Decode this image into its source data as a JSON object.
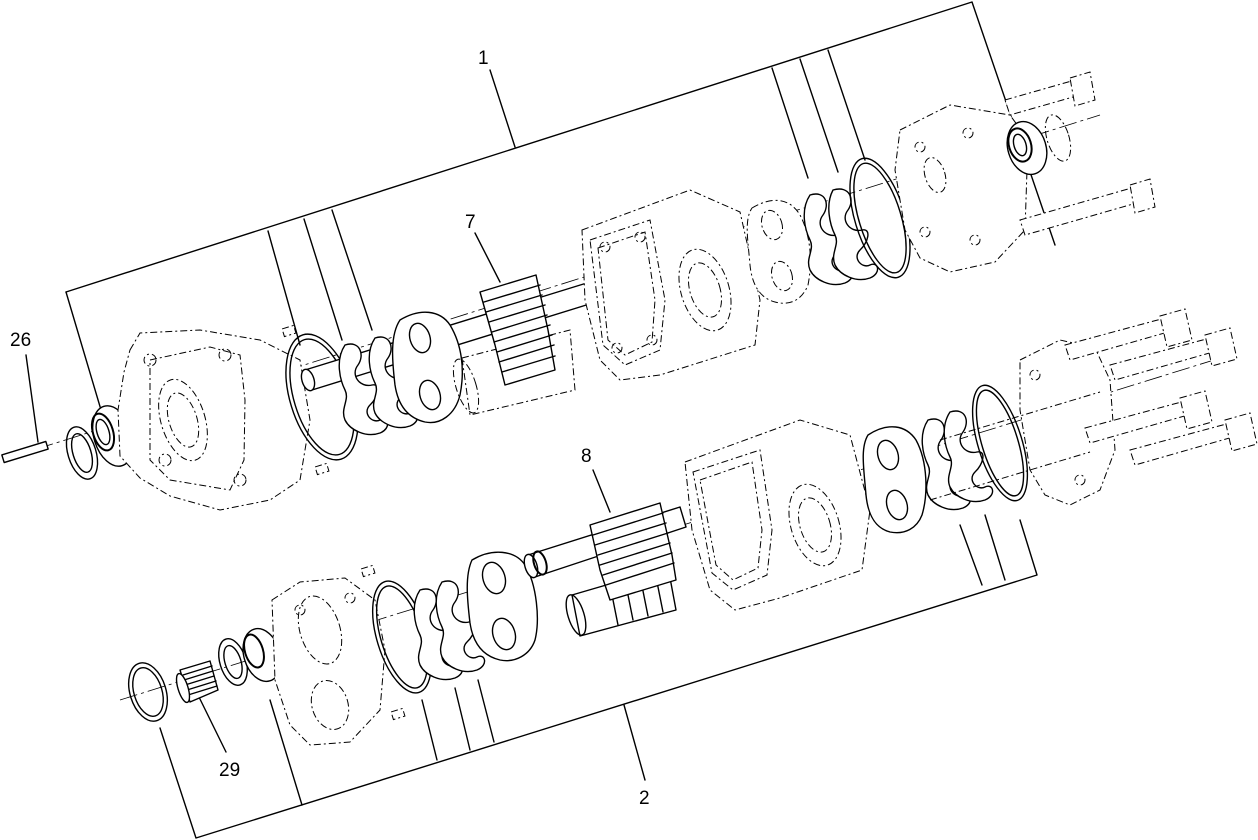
{
  "diagram": {
    "callouts": [
      {
        "id": "callout-1",
        "text": "1"
      },
      {
        "id": "callout-2",
        "text": "2"
      },
      {
        "id": "callout-7",
        "text": "7"
      },
      {
        "id": "callout-8",
        "text": "8"
      },
      {
        "id": "callout-26",
        "text": "26"
      },
      {
        "id": "callout-29",
        "text": "29"
      }
    ]
  }
}
